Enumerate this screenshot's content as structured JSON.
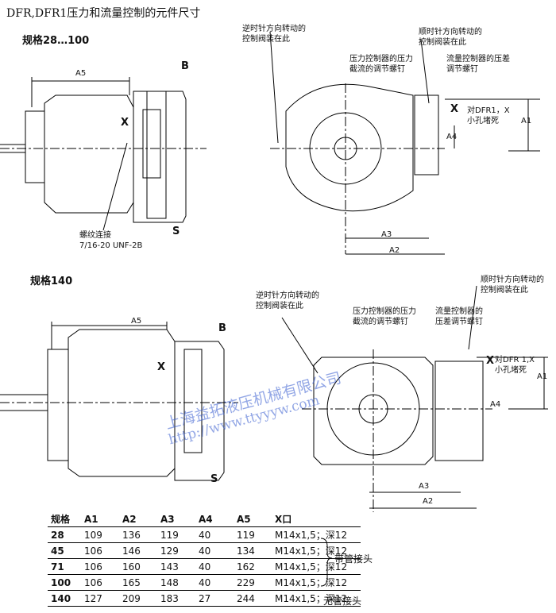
{
  "page_title": "DFR,DFR1压力和流量控制的元件尺寸",
  "section1": {
    "label": "规格28…100",
    "callouts": {
      "ccw": "逆时针方向转动的\n控制阀装在此",
      "cw": "顺时针方向转动的\n控制阀装在此",
      "pressure": "压力控制器的压力\n截流的调节螺钉",
      "flow": "流量控制器的压差\n调节螺钉",
      "dfr_x": "对DFR1，X\n小孔堵死",
      "thread": "螺纹连接\n7/16-20 UNF-2B"
    }
  },
  "section2": {
    "label": "规格140",
    "callouts": {
      "ccw": "逆时针方向转动的\n控制阀装在此",
      "cw": "顺时针方向转动的\n控制阀装在此",
      "pressure": "压力控制器的压力\n截流的调节螺钉",
      "flow": "流量控制器的\n压差调节螺钉",
      "dfr_x": "对DFR 1,X\n小孔堵死"
    }
  },
  "markers": {
    "b": "B",
    "x": "X",
    "s": "S",
    "a1": "A1",
    "a2": "A2",
    "a3": "A3",
    "a4": "A4",
    "a5": "A5"
  },
  "watermark": {
    "line1": "上海益拓液压机械有限公司",
    "line2": "http://www.ttyyyw.com"
  },
  "table": {
    "headers": [
      "规格",
      "A1",
      "A2",
      "A3",
      "A4",
      "A5",
      "X口"
    ],
    "rows": [
      {
        "size": "28",
        "a1": "109",
        "a2": "136",
        "a3": "119",
        "a4": "40",
        "a5": "119",
        "x": "M14x1,5；深12"
      },
      {
        "size": "45",
        "a1": "106",
        "a2": "146",
        "a3": "129",
        "a4": "40",
        "a5": "134",
        "x": "M14x1,5；深12"
      },
      {
        "size": "71",
        "a1": "106",
        "a2": "160",
        "a3": "143",
        "a4": "40",
        "a5": "162",
        "x": "M14x1,5；深12"
      },
      {
        "size": "100",
        "a1": "106",
        "a2": "165",
        "a3": "148",
        "a4": "40",
        "a5": "229",
        "x": "M14x1,5；深12"
      },
      {
        "size": "140",
        "a1": "127",
        "a2": "209",
        "a3": "183",
        "a4": "27",
        "a5": "244",
        "x": "M14x1,5；深12"
      }
    ],
    "group_note_pipe": "带管接头",
    "group_note_nopipe": "无管接头"
  }
}
